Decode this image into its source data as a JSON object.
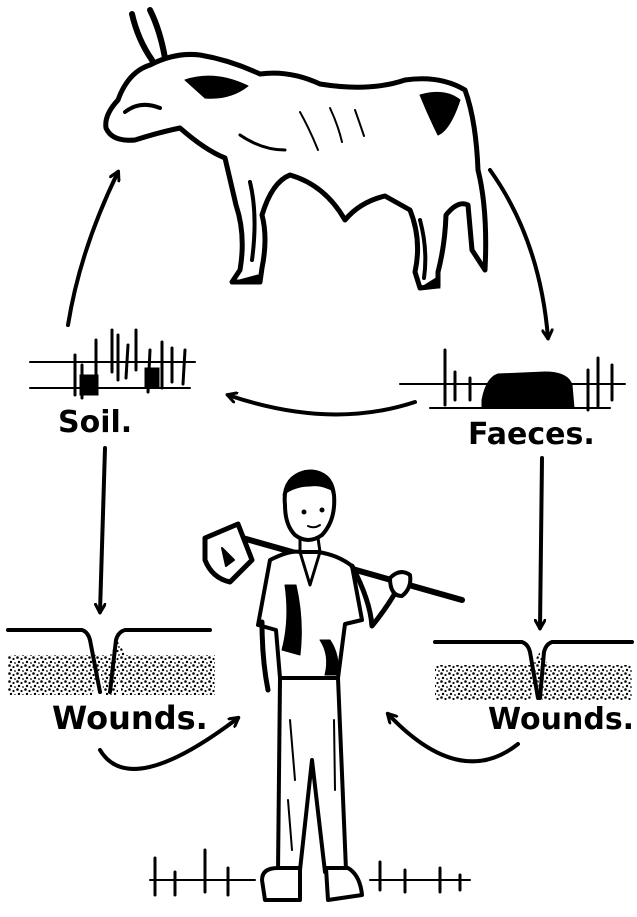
{
  "labels": {
    "soil": "Soil.",
    "faeces": "Faeces.",
    "wounds_left": "Wounds.",
    "wounds_right": "Wounds."
  },
  "colors": {
    "ink": "#000000",
    "paper": "#ffffff"
  },
  "figures": [
    "cow",
    "man-with-hoe"
  ],
  "icons": [
    "arrow-icon"
  ]
}
